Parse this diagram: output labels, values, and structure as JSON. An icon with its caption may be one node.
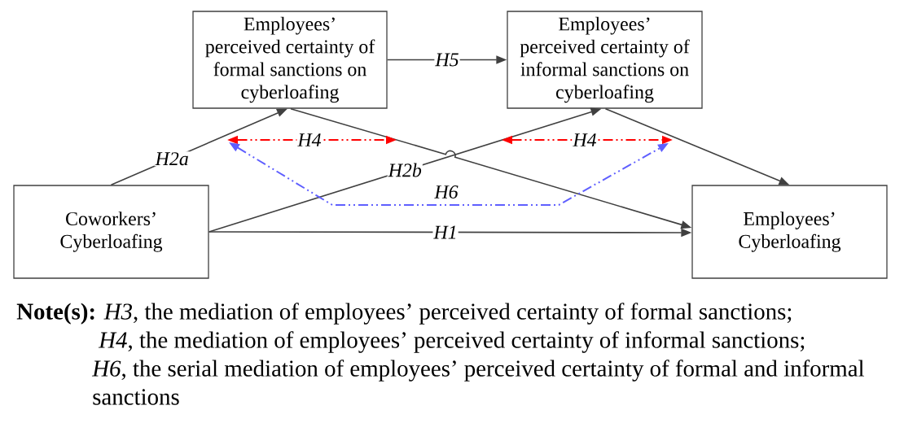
{
  "diagram": {
    "nodes": [
      {
        "text": [
          "Employees’ perceived certainty of formal sanctions on cyberloafing"
        ]
      },
      {
        "text": [
          "Employees’ perceived certainty of informal sanctions on cyberloafing"
        ]
      },
      {
        "text": [
          "Coworkers’ Cyberloafing"
        ]
      },
      {
        "text": [
          "Employees’ Cyberloafing"
        ]
      }
    ],
    "edges": [
      {
        "from": 2,
        "to": 0,
        "arrow": "to",
        "label": "H2a"
      },
      {
        "from": 0,
        "to": 1,
        "arrow": "to",
        "label": "H5"
      },
      {
        "from": 0,
        "to": 3,
        "arrow": "to"
      },
      {
        "from": 1,
        "to": 3,
        "arrow": "to"
      },
      {
        "from": 2,
        "to": 1,
        "arrow": "to",
        "label": "H2b"
      },
      {
        "from": 2,
        "to": 3,
        "arrow": "to",
        "label": "H1"
      }
    ],
    "labels": [
      "H4",
      "H4",
      "H6",
      "**Note(s):** *H3*, the mediation of employees’ perceived certainty of formal sanctions;",
      "*H4*, the mediation of employees’ perceived certainty of informal sanctions;",
      "*H6*, the serial mediation of employees’ perceived certainty of formal and informal sanctions"
    ]
  }
}
